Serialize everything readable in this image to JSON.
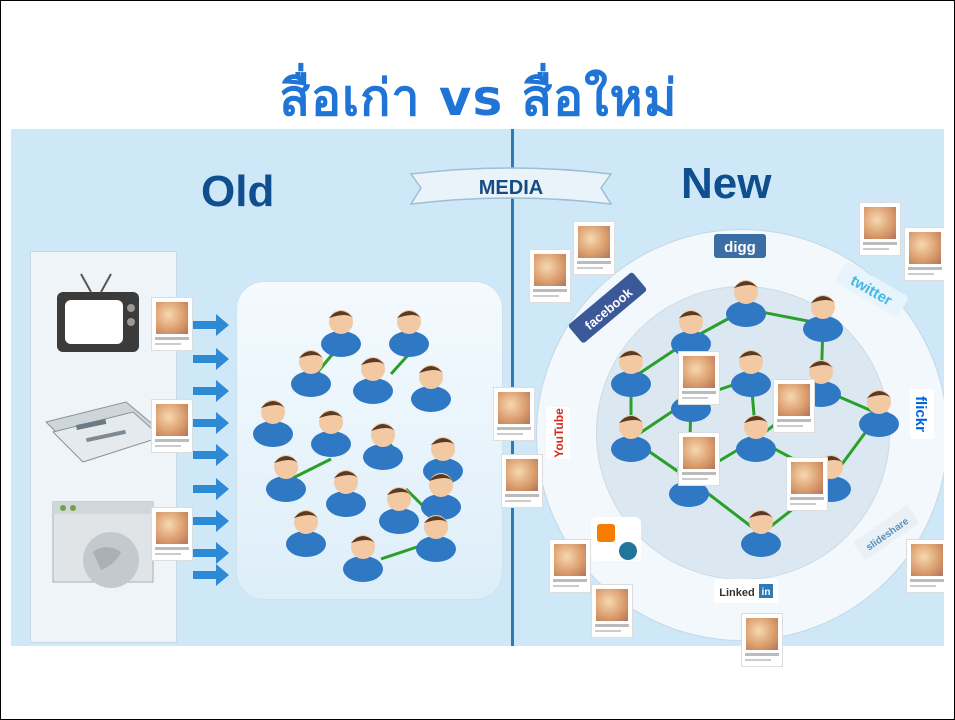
{
  "slide": {
    "title": "สื่อเก่า vs สื่อใหม่"
  },
  "diagram": {
    "old_label": "Old",
    "new_label": "New",
    "media_label": "MEDIA",
    "old_media_icons": [
      "tv-icon",
      "newspaper-icon",
      "browser-globe-icon"
    ],
    "services": [
      {
        "name": "digg",
        "color": "#3b6ea5"
      },
      {
        "name": "twitter",
        "color": "#47b6e6"
      },
      {
        "name": "flickr",
        "color": "#ffffff"
      },
      {
        "name": "slideshare",
        "color": "#5a8fb5"
      },
      {
        "name": "Linked in",
        "color": "#2b7bb9"
      },
      {
        "name": "facebook",
        "color": "#3b5998"
      },
      {
        "name": "YouTube",
        "color": "#d62b1f"
      }
    ],
    "colors": {
      "title": "#1f74d6",
      "label": "#0f4f8f",
      "panel_bg": "#cfe8f7",
      "link": "#2aa02a"
    }
  }
}
